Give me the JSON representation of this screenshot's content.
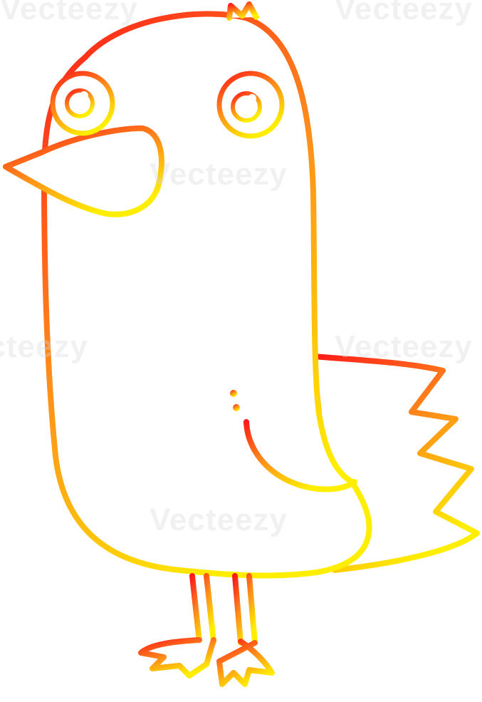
{
  "illustration": {
    "subject": "bird-icon",
    "gradient": {
      "top": "#ff1a1a",
      "middle": "#ff8c1a",
      "bottom": "#ffee00"
    }
  },
  "watermarks": [
    "Vecteezy",
    "Vecteezy",
    "Vecteezy",
    "Vecteezy",
    "Vecteezy",
    "Vecteezy"
  ]
}
